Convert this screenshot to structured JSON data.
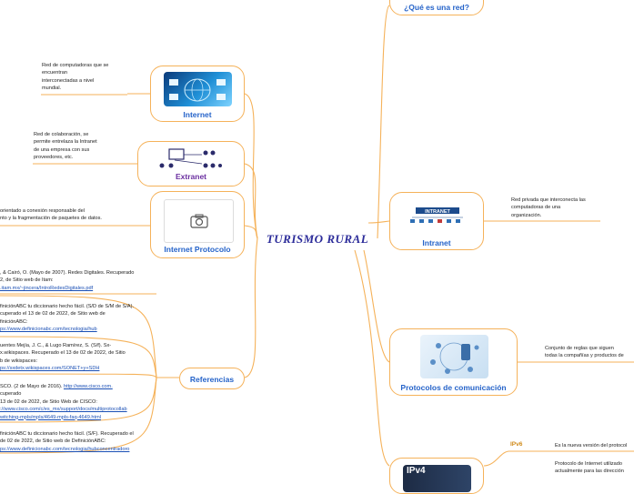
{
  "central": {
    "title": "TURISMO RURAL"
  },
  "colors": {
    "branch": "#f5b25a",
    "text_node": "#2563c9",
    "purple": "#6b2fa0",
    "central": "#2c2c9a"
  },
  "nodes": {
    "que_es": {
      "label": "¿Qué es una red?"
    },
    "internet": {
      "label": "Internet",
      "note": [
        "Red de computadoras que se",
        "encuentran",
        "interconectadas a nivel",
        "mundial."
      ]
    },
    "extranet": {
      "label": "Extranet",
      "note": [
        "Red de colaboración, se",
        "permite entrelaza la Intranet",
        "de una empresa con sus",
        "proveedores, etc."
      ]
    },
    "internet_protocolo": {
      "label": "Internet Protocolo",
      "note": [
        "orientado a conexión responsable del",
        "nto y la fragmentación de paquetes de datos."
      ]
    },
    "intranet": {
      "label": "Intranet",
      "note": [
        "Red privada que interconecta las",
        "computadoras de una",
        "organización."
      ]
    },
    "protocolos": {
      "label": "Protocolos de comunicación",
      "note": [
        "Conjunto de reglas que siguen",
        "todas la compañías y productos de"
      ]
    },
    "referencias": {
      "label": "Referencias"
    },
    "ipv4": {
      "label": "IPv4"
    }
  },
  "ipv6": {
    "label": "IPv6",
    "note": "Es la nueva versión del protocol"
  },
  "ipv4_note": [
    "Protocolo de Internet utilizado",
    "actualmente para las dirección"
  ],
  "references": [
    {
      "lines": [
        ", & Cairó, O. (Mayo de 2007). Redes Digitales. Recuperado",
        "2, de Sitio web de Itam:"
      ],
      "link": ".itam.mx/~jincera/IntroRedesDigitales.pdf"
    },
    {
      "lines": [
        "finiciónABC tu diccionario hecho fácil. (S/D de S/M de S/A).",
        "cuperado el 13 de 02 de 2022, de Sitio web de",
        "finiciónABC:"
      ],
      "link": "ps://www.definicionabc.com/tecnologia/hub"
    },
    {
      "lines": [
        "uentes Mejía, J. C., & Lugo Ramírez, S. (S/f). Sx-",
        "x.wikispaces. Recuperado el 13 de 02 de 2022, de Sitio",
        "b de wikispaces:"
      ],
      "link": "ps://sxdetx.wikispaces.com/SONET+y+SDH"
    },
    {
      "lines": [
        "SCO. (2 de Mayo de 2016). "
      ],
      "inline_link": "http://www.cisco.com.",
      "lines_after": [
        "cuperado",
        "13 de 02 de 2022, de Sitio Web de CISCO:"
      ],
      "link": "://www.cisco.com/c/es_mx/support/docs/multiprotocollab",
      "link2": "witching-mpls/mpls/4649-mpls-faq-4649.html"
    },
    {
      "lines": [
        "finiciónABC tu diccionario hecho fácil. (S/F). Recuperado el",
        "de 02 de 2022, de Sitio web de DefiniciónABC:"
      ],
      "link": "ps://www.definicionabc.com/tecnologia/hubconcentradoro"
    }
  ]
}
